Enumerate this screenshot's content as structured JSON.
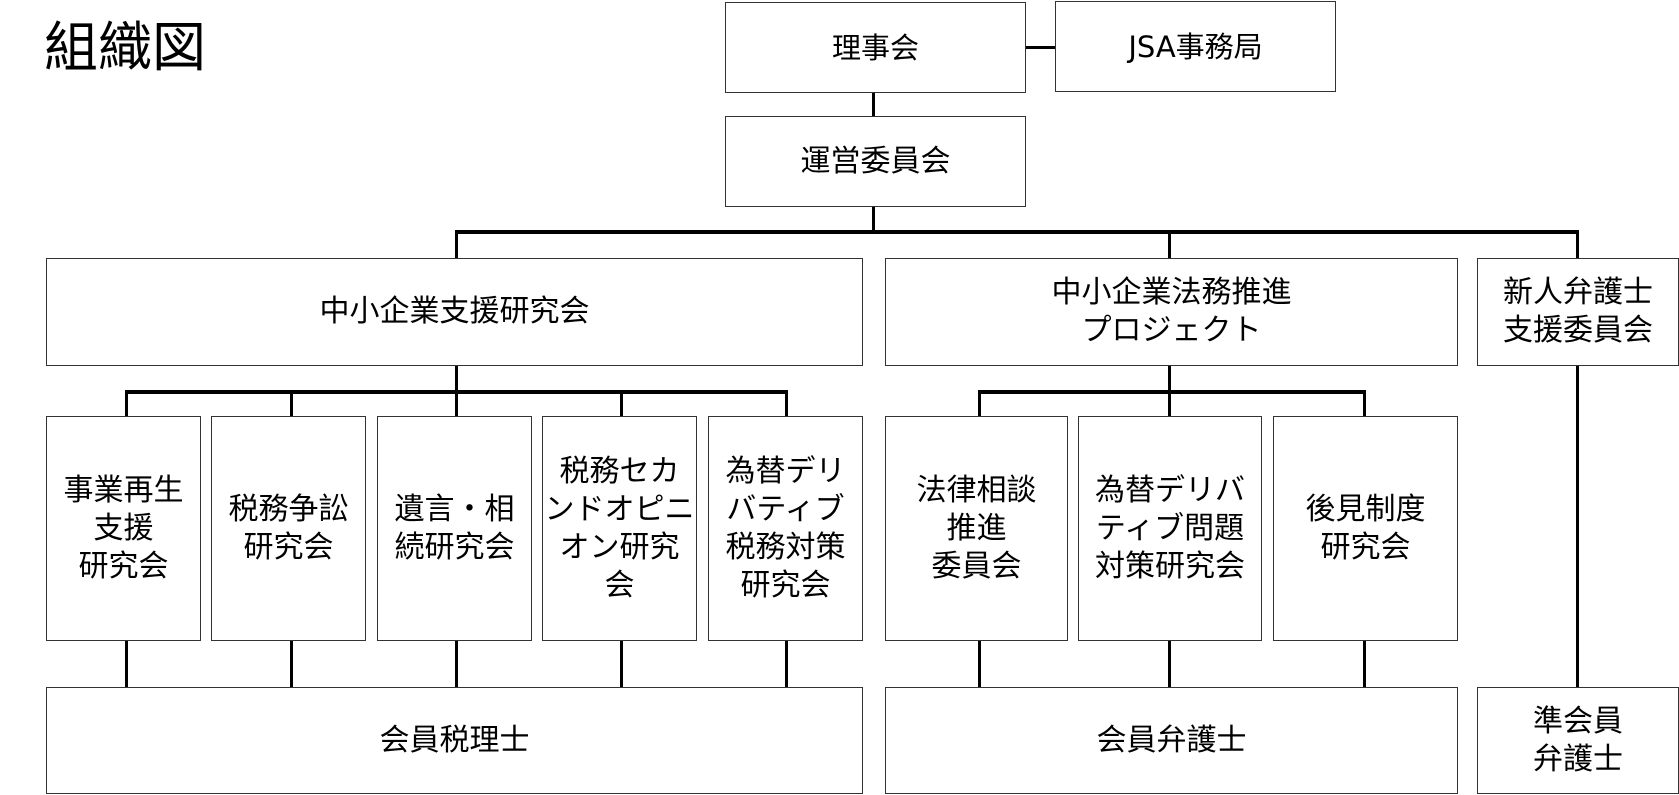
{
  "title": "組織図",
  "nodes": {
    "board": "理事会",
    "secretariat": "JSA事務局",
    "steering": "運営委員会",
    "sme_support": "中小企業支援研究会",
    "sme_legal": "中小企業法務推進\nプロジェクト",
    "new_lawyer": "新人弁護士\n支援委員会",
    "biz_revival": "事業再生\n支援\n研究会",
    "tax_dispute": "税務争訟\n研究会",
    "will_inherit": "遺言・相\n続研究会",
    "tax_second": "税務セカ\nンドオピニ\nオン研究\n会",
    "fx_deriv_tax": "為替デリ\nバティブ\n税務対策\n研究会",
    "legal_consult": "法律相談\n推進\n委員会",
    "fx_deriv_issue": "為替デリバ\nティブ問題\n対策研究会",
    "guardian": "後見制度\n研究会",
    "member_tax": "会員税理士",
    "member_lawyer": "会員弁護士",
    "assoc_lawyer": "準会員\n弁護士"
  }
}
